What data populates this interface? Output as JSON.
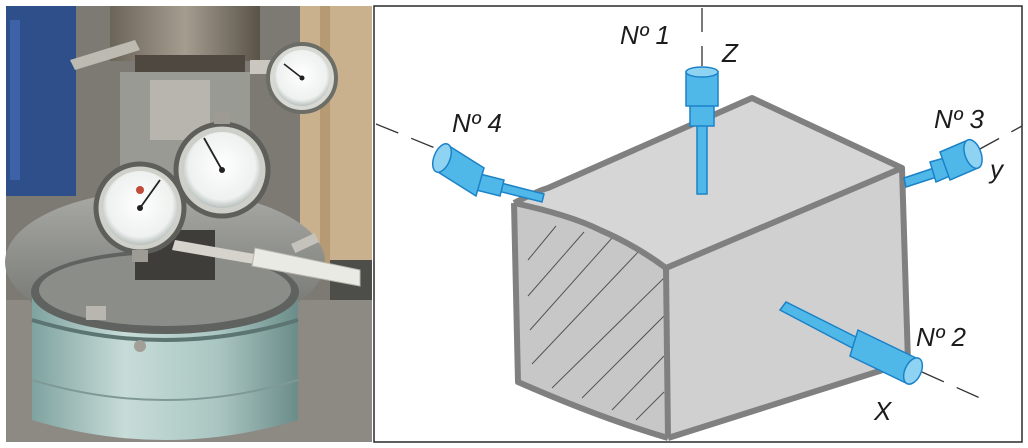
{
  "figure": {
    "gauges": [
      {
        "name": "No 1",
        "label": "Nº 1"
      },
      {
        "name": "No 2",
        "label": "Nº 2"
      },
      {
        "name": "No 3",
        "label": "Nº 3"
      },
      {
        "name": "No 4",
        "label": "Nº 4"
      }
    ],
    "axes": {
      "x": "X",
      "y": "y",
      "z": "Z"
    },
    "colors": {
      "probe_fill": "#4fb8e8",
      "probe_stroke": "#1c82c8",
      "block_face": "#d9d9d9",
      "block_edge": "#7a7a7a"
    }
  }
}
